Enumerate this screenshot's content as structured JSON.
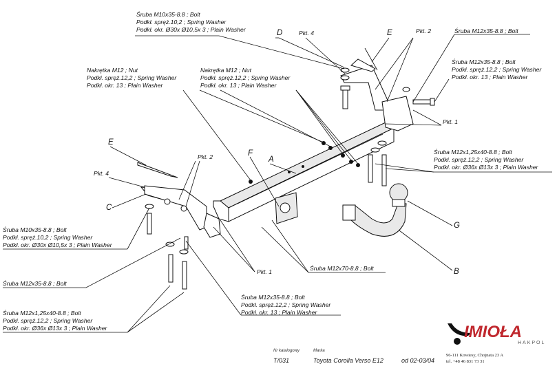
{
  "letters": {
    "A": "A",
    "B": "B",
    "C": "C",
    "D": "D",
    "E": "E",
    "F": "F",
    "G": "G"
  },
  "labels": {
    "bolt_m10_top": [
      "Śruba M10x35-8.8 ;  Bolt",
      "Podkł. spręż.10,2 ; Spring Washer",
      "Podkł. okr.  Ø30x Ø10,5x 3 ; Plain Washer"
    ],
    "nut_left": [
      "Nakrętka  M12 ; Nut",
      "Podkł. spręż.12,2 ; Spring Washer",
      "Podkł. okr. 13 ; Plain Washer"
    ],
    "nut_center": [
      "Nakrętka  M12 ; Nut",
      "Podkł. spręż.12,2 ; Spring Washer",
      "Podkł. okr. 13 ; Plain Washer"
    ],
    "pkt4": "Pkt. 4",
    "pkt2": "Pkt. 2",
    "pkt1": "Pkt. 1",
    "bolt_m12_topright": "Śruba M12x35-8.8 ;  Bolt",
    "bolt_m12_right": [
      "Śruba M12x35-8.8 ;  Bolt",
      "Podkł. spręż.12,2 ; Spring Washer",
      "Podkł. okr. 13 ; Plain Washer"
    ],
    "bolt_m12x125_right": [
      "Śruba M12x1,25x40-8.8 ;  Bolt",
      "Podkł. spręż.12,2 ; Spring Washer",
      "Podkł. okr.  Ø36x Ø13x 3 ; Plain Washer"
    ],
    "bolt_m10_left": [
      "Śruba M10x35-8.8 ;  Bolt",
      "Podkł. spręż.10,2 ; Spring Washer",
      "Podkł. okr.  Ø30x Ø10,5x 3 ; Plain Washer"
    ],
    "bolt_m12x70": "Śruba M12x70-8.8 ;  Bolt",
    "bolt_m12x35_left": "Śruba M12x35-8.8 ;  Bolt",
    "bolt_m12_bottom": [
      "Śruba M12x35-8.8 ;  Bolt",
      "Podkł. spręż.12,2 ; Spring Washer",
      "Podkł. okr. 13 ; Plain Washer"
    ],
    "bolt_m12x125_left": [
      "Śruba M12x1,25x40-8.8 ;  Bolt",
      "Podkł. spręż.12,2 ; Spring Washer",
      "Podkł. okr.  Ø36x Ø13x 3 ; Plain Washer"
    ]
  },
  "footer": {
    "catalog_label": "Nr katalogowy",
    "catalog_number": "T/031",
    "brand_label": "Marka",
    "model": "Toyota Corolla Verso E12",
    "date": "od  02-03/04",
    "logo_text": "IMIOŁA",
    "logo_sub": "HAKPOL",
    "address": "96-111 Kowiesy, Chojnata 23 A",
    "phone": "tel. +48 46 831 73 31"
  },
  "colors": {
    "line": "#111111",
    "logo_red": "#c0282e"
  }
}
